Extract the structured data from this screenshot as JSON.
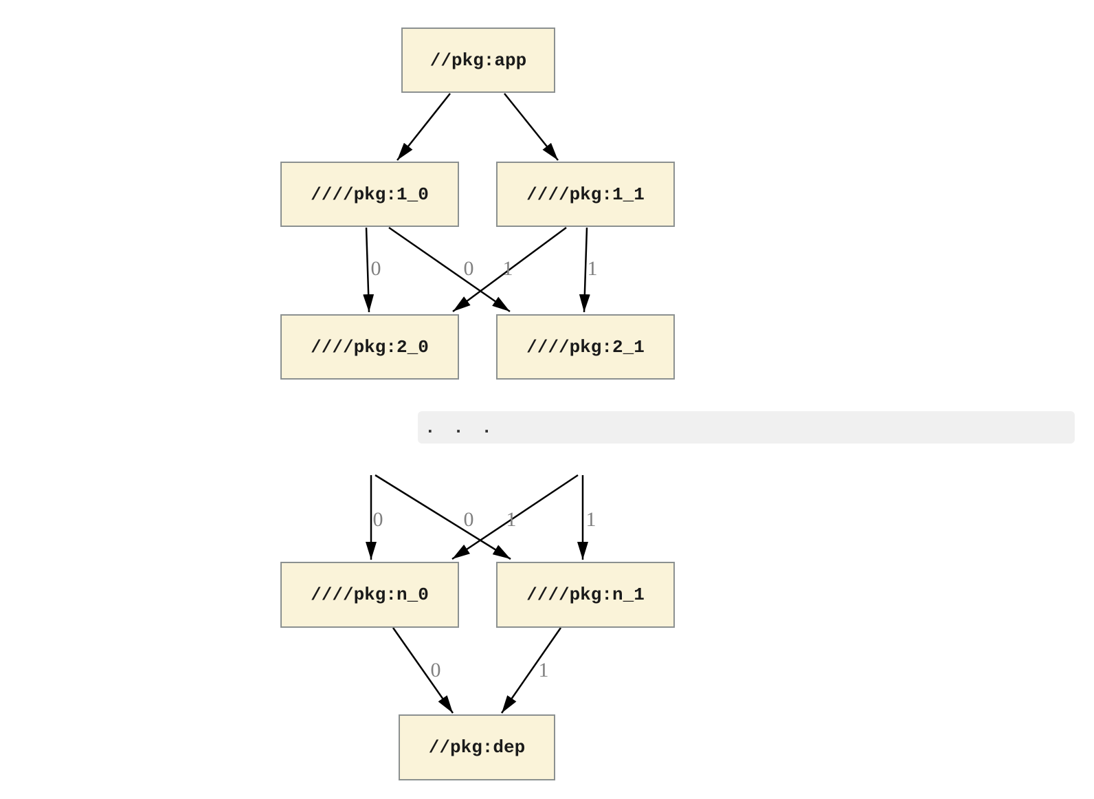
{
  "diagram": {
    "nodes": {
      "app": {
        "label": "//pkg:app"
      },
      "pkg1_0": {
        "label": "////pkg:1_0"
      },
      "pkg1_1": {
        "label": "////pkg:1_1"
      },
      "pkg2_0": {
        "label": "////pkg:2_0"
      },
      "pkg2_1": {
        "label": "////pkg:2_1"
      },
      "pkgn_0": {
        "label": "////pkg:n_0"
      },
      "pkgn_1": {
        "label": "////pkg:n_1"
      },
      "dep": {
        "label": "//pkg:dep"
      }
    },
    "ellipsis_text": ". . .",
    "edges": [
      {
        "from": "//pkg:app",
        "to": "////pkg:1_0",
        "label": ""
      },
      {
        "from": "//pkg:app",
        "to": "////pkg:1_1",
        "label": ""
      },
      {
        "from": "////pkg:1_0",
        "to": "////pkg:2_0",
        "label": "0"
      },
      {
        "from": "////pkg:1_0",
        "to": "////pkg:2_1",
        "label": "1"
      },
      {
        "from": "////pkg:1_1",
        "to": "////pkg:2_0",
        "label": "0"
      },
      {
        "from": "////pkg:1_1",
        "to": "////pkg:2_1",
        "label": "1"
      },
      {
        "from": "...",
        "to": "////pkg:n_0",
        "label": "0"
      },
      {
        "from": "...",
        "to": "////pkg:n_1",
        "label": "1"
      },
      {
        "from": "...",
        "to": "////pkg:n_0",
        "label": "0"
      },
      {
        "from": "...",
        "to": "////pkg:n_1",
        "label": "1"
      },
      {
        "from": "////pkg:n_0",
        "to": "//pkg:dep",
        "label": "0"
      },
      {
        "from": "////pkg:n_1",
        "to": "//pkg:dep",
        "label": "1"
      }
    ],
    "colors": {
      "page_bg": "#ffffff",
      "node_fill": "#faf3d9",
      "node_border": "#8b9090",
      "node_text": "#1a1a1a",
      "edge_stroke": "#000000",
      "edge_label": "#808080",
      "band_bg": "#f0f0f0",
      "ellipsis_dots": "#333333"
    }
  }
}
